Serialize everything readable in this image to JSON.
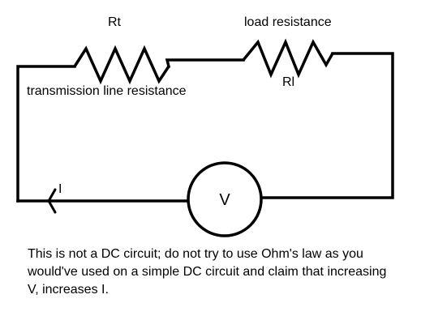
{
  "labels": {
    "rt_symbol": "Rt",
    "load_resistance": "load resistance",
    "rl_symbol": "Rl",
    "transmission_line_resistance": "transmission line resistance",
    "current_symbol": "I",
    "voltage_source": "V"
  },
  "caption": {
    "lines": [
      "This is not a DC circuit; do not try to use Ohm's law as you",
      "would've used on a simple DC circuit and claim that increasing",
      "V, increases I."
    ]
  },
  "colors": {
    "wire": "#000000",
    "background": "#ffffff",
    "text": "#000000"
  }
}
